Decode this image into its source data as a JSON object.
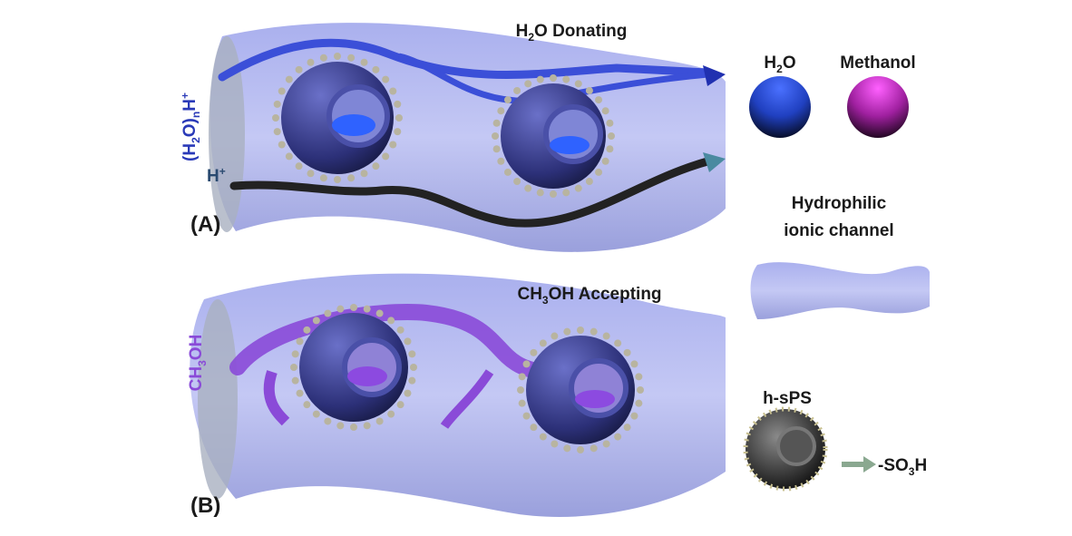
{
  "panel_a": {
    "label": "(A)",
    "title": [
      "H",
      "2",
      "O Donating"
    ],
    "side_label_water": [
      "(H",
      "2",
      "O)",
      "n",
      "H",
      "+"
    ],
    "side_label_proton": [
      "H",
      "+"
    ]
  },
  "panel_b": {
    "label": "(B)",
    "title": [
      "CH",
      "3",
      "OH Accepting"
    ],
    "side_label": [
      "CH",
      "3",
      "OH"
    ]
  },
  "legend": {
    "water": [
      "H",
      "2",
      "O"
    ],
    "methanol": "Methanol",
    "channel_line1": "Hydrophilic",
    "channel_line2": "ionic channel",
    "hsps": "h-sPS",
    "so3h": [
      "-SO",
      "3",
      "H"
    ]
  },
  "colors": {
    "channel": "#b8bdf0",
    "water_path": "#3b4fd8",
    "proton_path": "#222222",
    "methanol_path": "#8a4ad8",
    "sphere": "#3a3f90",
    "methanol_ball": "#c040c0"
  }
}
